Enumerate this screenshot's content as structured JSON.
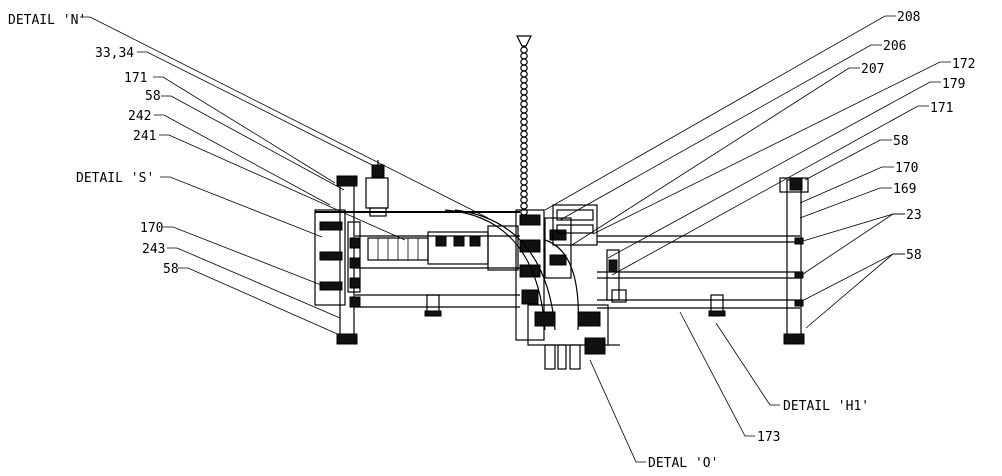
{
  "labels": {
    "detail_n": "DETAIL 'N'",
    "l33_34": "33,34",
    "l171_left": "171",
    "l58_left_top": "58",
    "l242": "242",
    "l241": "241",
    "detail_s": "DETAIL 'S'",
    "l170_left": "170",
    "l243": "243",
    "l58_left_bottom": "58",
    "l208": "208",
    "l206": "206",
    "l207": "207",
    "l172": "172",
    "l179": "179",
    "l171_right": "171",
    "l58_right_top": "58",
    "l170_right": "170",
    "l169": "169",
    "l23": "23",
    "l58_right_bottom": "58",
    "detail_h1": "DETAIL 'H1'",
    "l173": "173",
    "detail_o": "DETAL 'O'"
  }
}
